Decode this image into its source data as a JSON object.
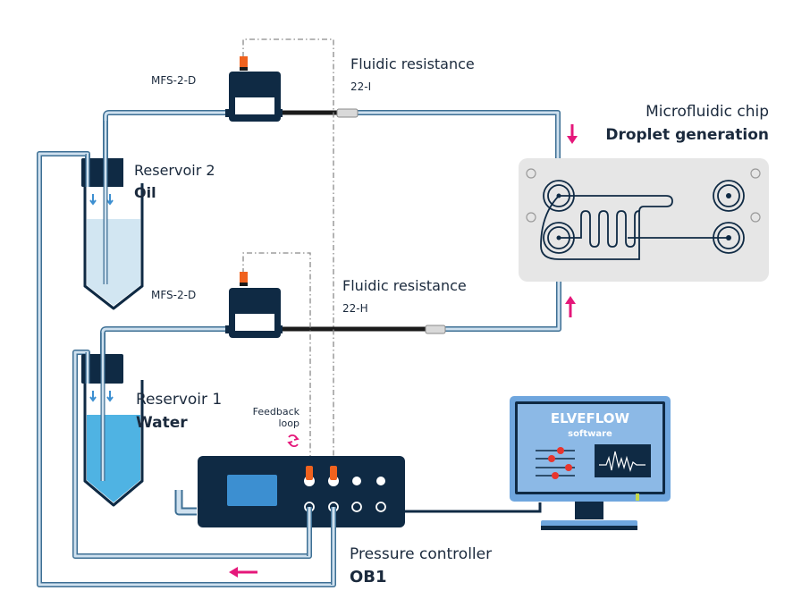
{
  "components": {
    "sensor_top": {
      "label": "MFS-2-D"
    },
    "sensor_bottom": {
      "label": "MFS-2-D"
    },
    "resistance_top": {
      "title": "Fluidic resistance",
      "code": "22-I"
    },
    "resistance_bottom": {
      "title": "Fluidic resistance",
      "code": "22-H"
    },
    "chip": {
      "title": "Microfluidic chip",
      "subtitle": "Droplet generation"
    },
    "reservoir_2": {
      "title": "Reservoir 2",
      "content": "Oil",
      "fill_level": 0.55
    },
    "reservoir_1": {
      "title": "Reservoir 1",
      "content": "Water",
      "fill_level": 0.7
    },
    "feedback": {
      "line1": "Feedback",
      "line2": "loop"
    },
    "controller": {
      "title": "Pressure controller",
      "model": "OB1"
    },
    "monitor": {
      "brand": "ELVEFLOW",
      "sub": "software"
    }
  },
  "colors": {
    "navy": "#0f2a44",
    "tube": "#a9c6de",
    "tube_edge": "#3d6f94",
    "orange": "#f0621e",
    "magenta": "#e5177a",
    "water": "#4fb3e3",
    "oil": "#d2e6f2",
    "chip_bg": "#e6e6e6",
    "screen": "#6fa6de",
    "red_knob": "#e8352e"
  }
}
